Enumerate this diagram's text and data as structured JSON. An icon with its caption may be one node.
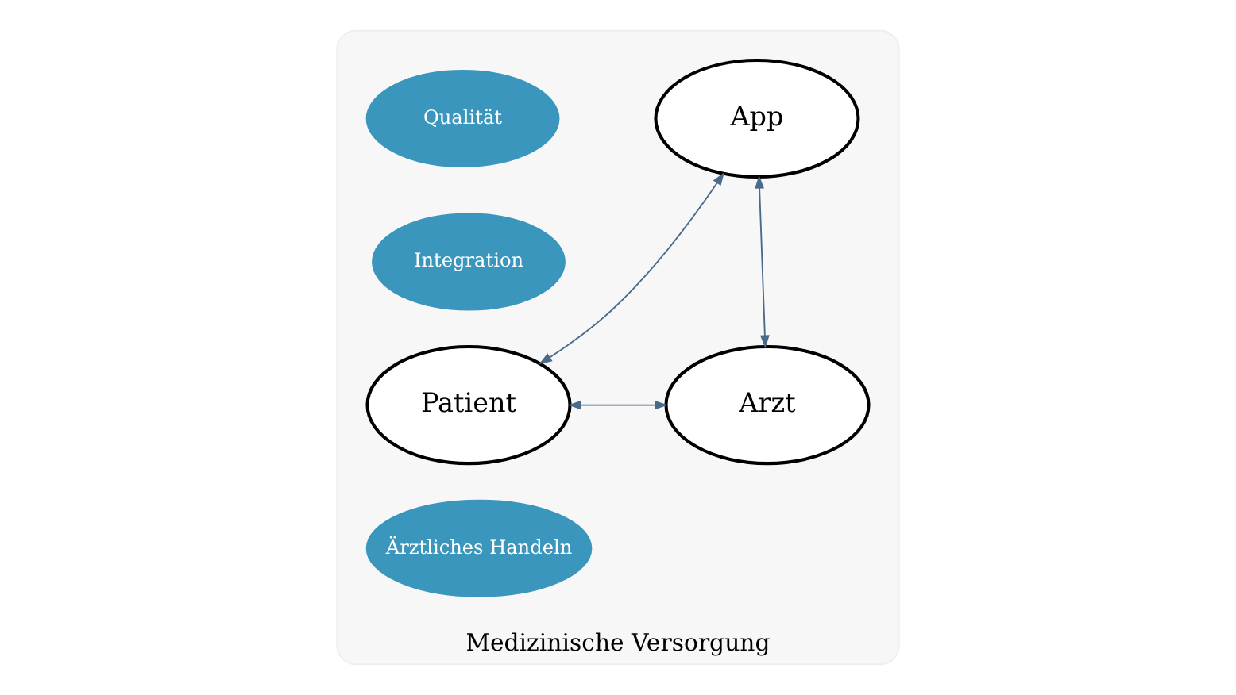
{
  "diagram": {
    "nodes": [
      {
        "text": [
          "Medizinische Versorgung"
        ]
      },
      {
        "text": [
          "App"
        ],
        "in": 0
      },
      {
        "text": [
          "Qualität"
        ],
        "in": 0
      },
      {
        "text": [
          "Integration"
        ],
        "in": 0
      },
      {
        "text": [
          "Patient"
        ],
        "in": 0
      },
      {
        "text": [
          "Arzt"
        ],
        "in": 0
      },
      {
        "text": [
          "Ärztliches Handeln"
        ],
        "in": 0
      }
    ],
    "edges": [
      {
        "from": 1,
        "to": 4,
        "arrow": "both"
      },
      {
        "from": 1,
        "to": 5,
        "arrow": "both"
      },
      {
        "from": 4,
        "to": 5,
        "arrow": "both"
      }
    ]
  }
}
